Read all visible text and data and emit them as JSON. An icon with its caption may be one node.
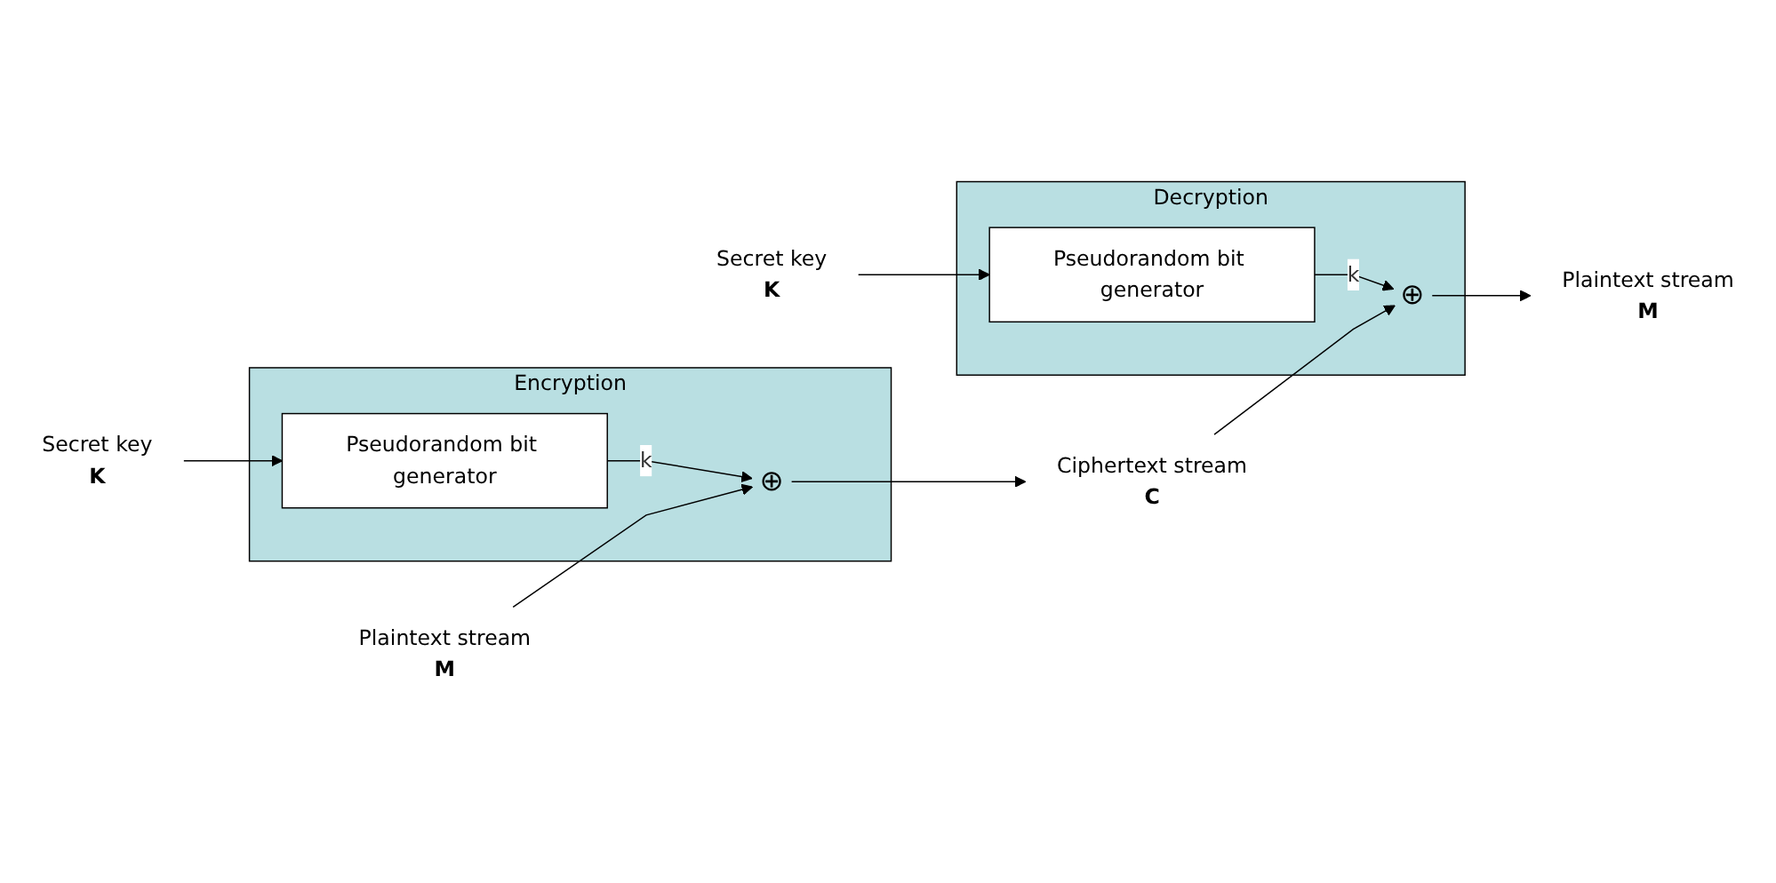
{
  "diagram": {
    "nodes": [
      {
        "text": [
          "Secret key",
          "K"
        ]
      },
      {
        "text": [
          "Encryption"
        ]
      },
      {
        "text": [
          "Pseudorandom bit generator"
        ],
        "in": 1
      },
      {
        "text": [
          "⊕"
        ],
        "in": 1
      },
      {
        "text": [
          "Plaintext stream",
          "M"
        ]
      },
      {
        "text": [
          "Ciphertext stream",
          "C"
        ]
      },
      {
        "text": [
          "Secret key",
          "K"
        ]
      },
      {
        "text": [
          "Decryption"
        ]
      },
      {
        "text": [
          "Pseudorandom bit generator"
        ],
        "in": 7
      },
      {
        "text": [
          "⊕"
        ],
        "in": 7
      },
      {
        "text": [
          "Plaintext stream",
          "M"
        ]
      }
    ],
    "edges": [
      {
        "from": 0,
        "to": 2,
        "arrow": "to"
      },
      {
        "from": 2,
        "to": 3,
        "arrow": "to",
        "label": "k"
      },
      {
        "from": 4,
        "to": 3,
        "arrow": "to"
      },
      {
        "from": 3,
        "to": 5,
        "arrow": "to"
      },
      {
        "from": 6,
        "to": 8,
        "arrow": "to"
      },
      {
        "from": 8,
        "to": 9,
        "arrow": "to",
        "label": "k"
      },
      {
        "from": 5,
        "to": 9,
        "arrow": "to"
      },
      {
        "from": 9,
        "to": 10,
        "arrow": "to"
      }
    ]
  }
}
